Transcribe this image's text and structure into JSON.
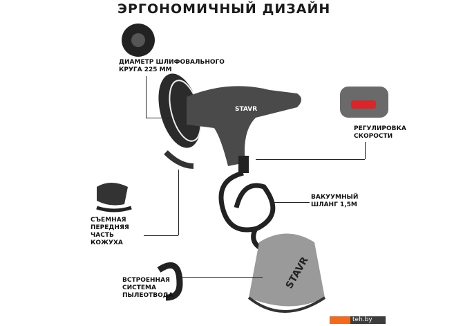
{
  "title": "ЭРГОНОМИЧНЫЙ ДИЗАЙН",
  "callouts": {
    "disc": "ДИАМЕТР ШЛИФОВАЛЬНОГО КРУГА 225 ММ",
    "speed": "РЕГУЛИРОВКА СКОРОСТИ",
    "hose": "ВАКУУМНЫЙ ШЛАНГ 1,5М",
    "cover": "СЪЕМНАЯ ПЕРЕДНЯЯ ЧАСТЬ КОЖУХА",
    "dust": "ВСТРОЕННАЯ СИСТЕМА ПЫЛЕОТВОДА"
  },
  "brand": "STAVR",
  "watermark": "teh.by"
}
